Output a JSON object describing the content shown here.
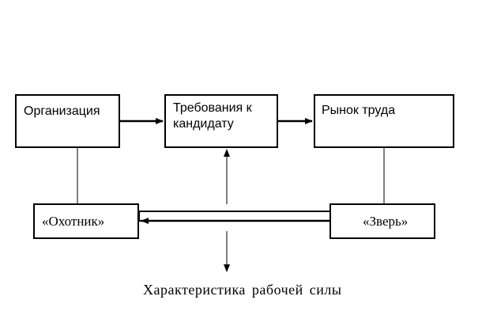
{
  "diagram": {
    "boxes": {
      "organization": "Организация",
      "requirements": "Требования к\nкандидату",
      "labor_market": "Рынок труда",
      "hunter": "«Охотник»",
      "beast": "«Зверь»"
    },
    "caption": "Характеристика рабочей силы"
  }
}
